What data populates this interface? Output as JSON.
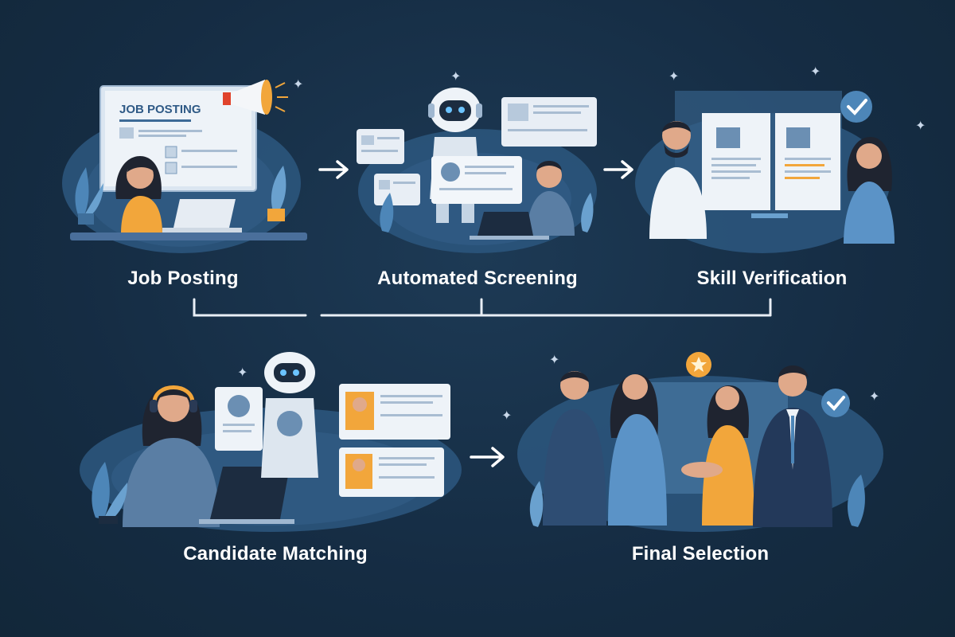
{
  "stages": [
    {
      "id": "job-posting",
      "label": "Job Posting",
      "sign_text": "JOB POSTING"
    },
    {
      "id": "automated-screening",
      "label": "Automated Screening"
    },
    {
      "id": "skill-verification",
      "label": "Skill Verification"
    },
    {
      "id": "candidate-matching",
      "label": "Candidate Matching"
    },
    {
      "id": "final-selection",
      "label": "Final Selection"
    }
  ],
  "colors": {
    "background": "#17324a",
    "accent_orange": "#f2a63b",
    "accent_blue": "#4d86b8",
    "card": "#e8eef5"
  }
}
